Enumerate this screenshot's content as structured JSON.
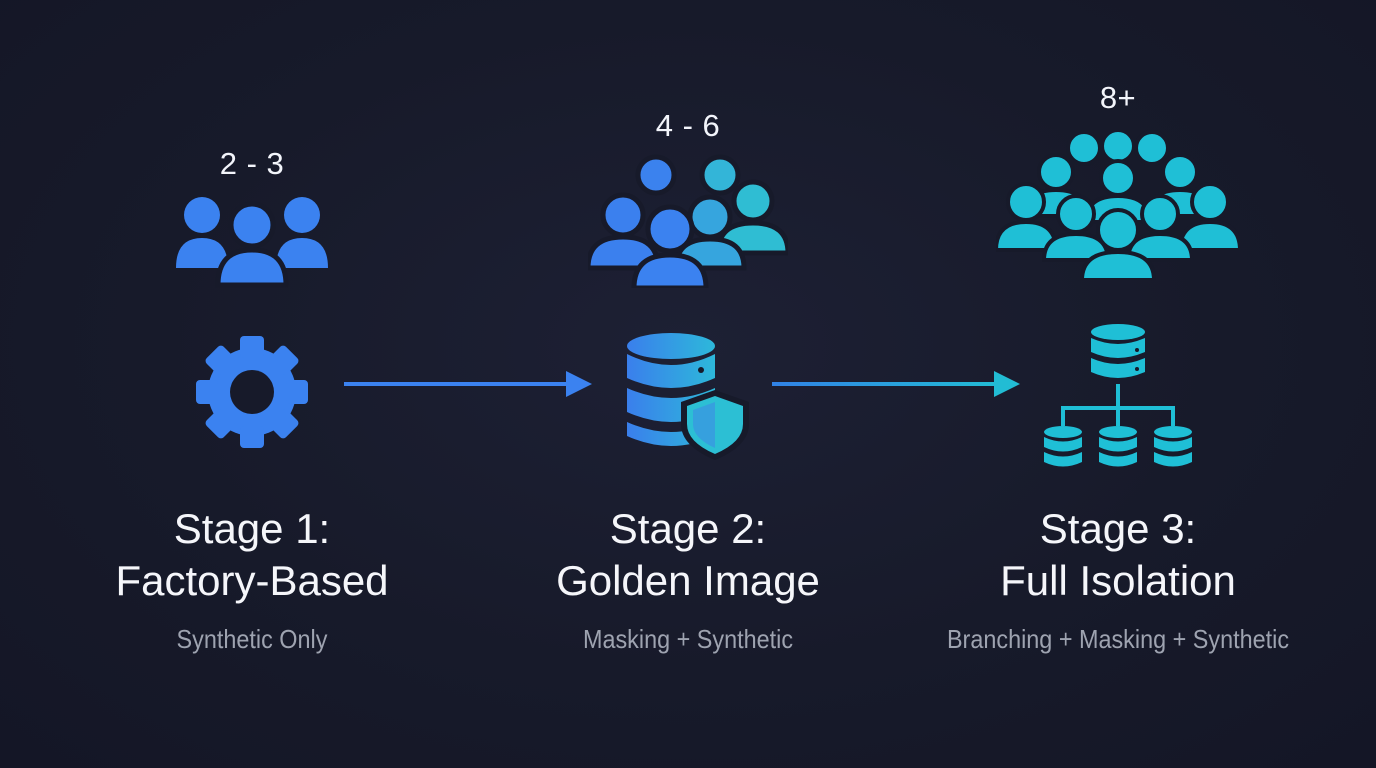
{
  "colors": {
    "background": "#171a2a",
    "blue": "#3b82f0",
    "cyan": "#1fbfd6",
    "text": "#f5f6fa",
    "muted": "#9ea3b0"
  },
  "stages": [
    {
      "team_count": "2 - 3",
      "title_line1": "Stage 1:",
      "title_line2": "Factory-Based",
      "subtitle": "Synthetic Only",
      "team_icon": "team-small-icon",
      "tool_icon": "gear-icon"
    },
    {
      "team_count": "4 - 6",
      "title_line1": "Stage 2:",
      "title_line2": "Golden Image",
      "subtitle": "Masking + Synthetic",
      "team_icon": "team-medium-icon",
      "tool_icon": "database-shield-icon"
    },
    {
      "team_count": "8+",
      "title_line1": "Stage 3:",
      "title_line2": "Full Isolation",
      "subtitle": "Branching + Masking + Synthetic",
      "team_icon": "team-large-icon",
      "tool_icon": "database-branching-icon"
    }
  ]
}
